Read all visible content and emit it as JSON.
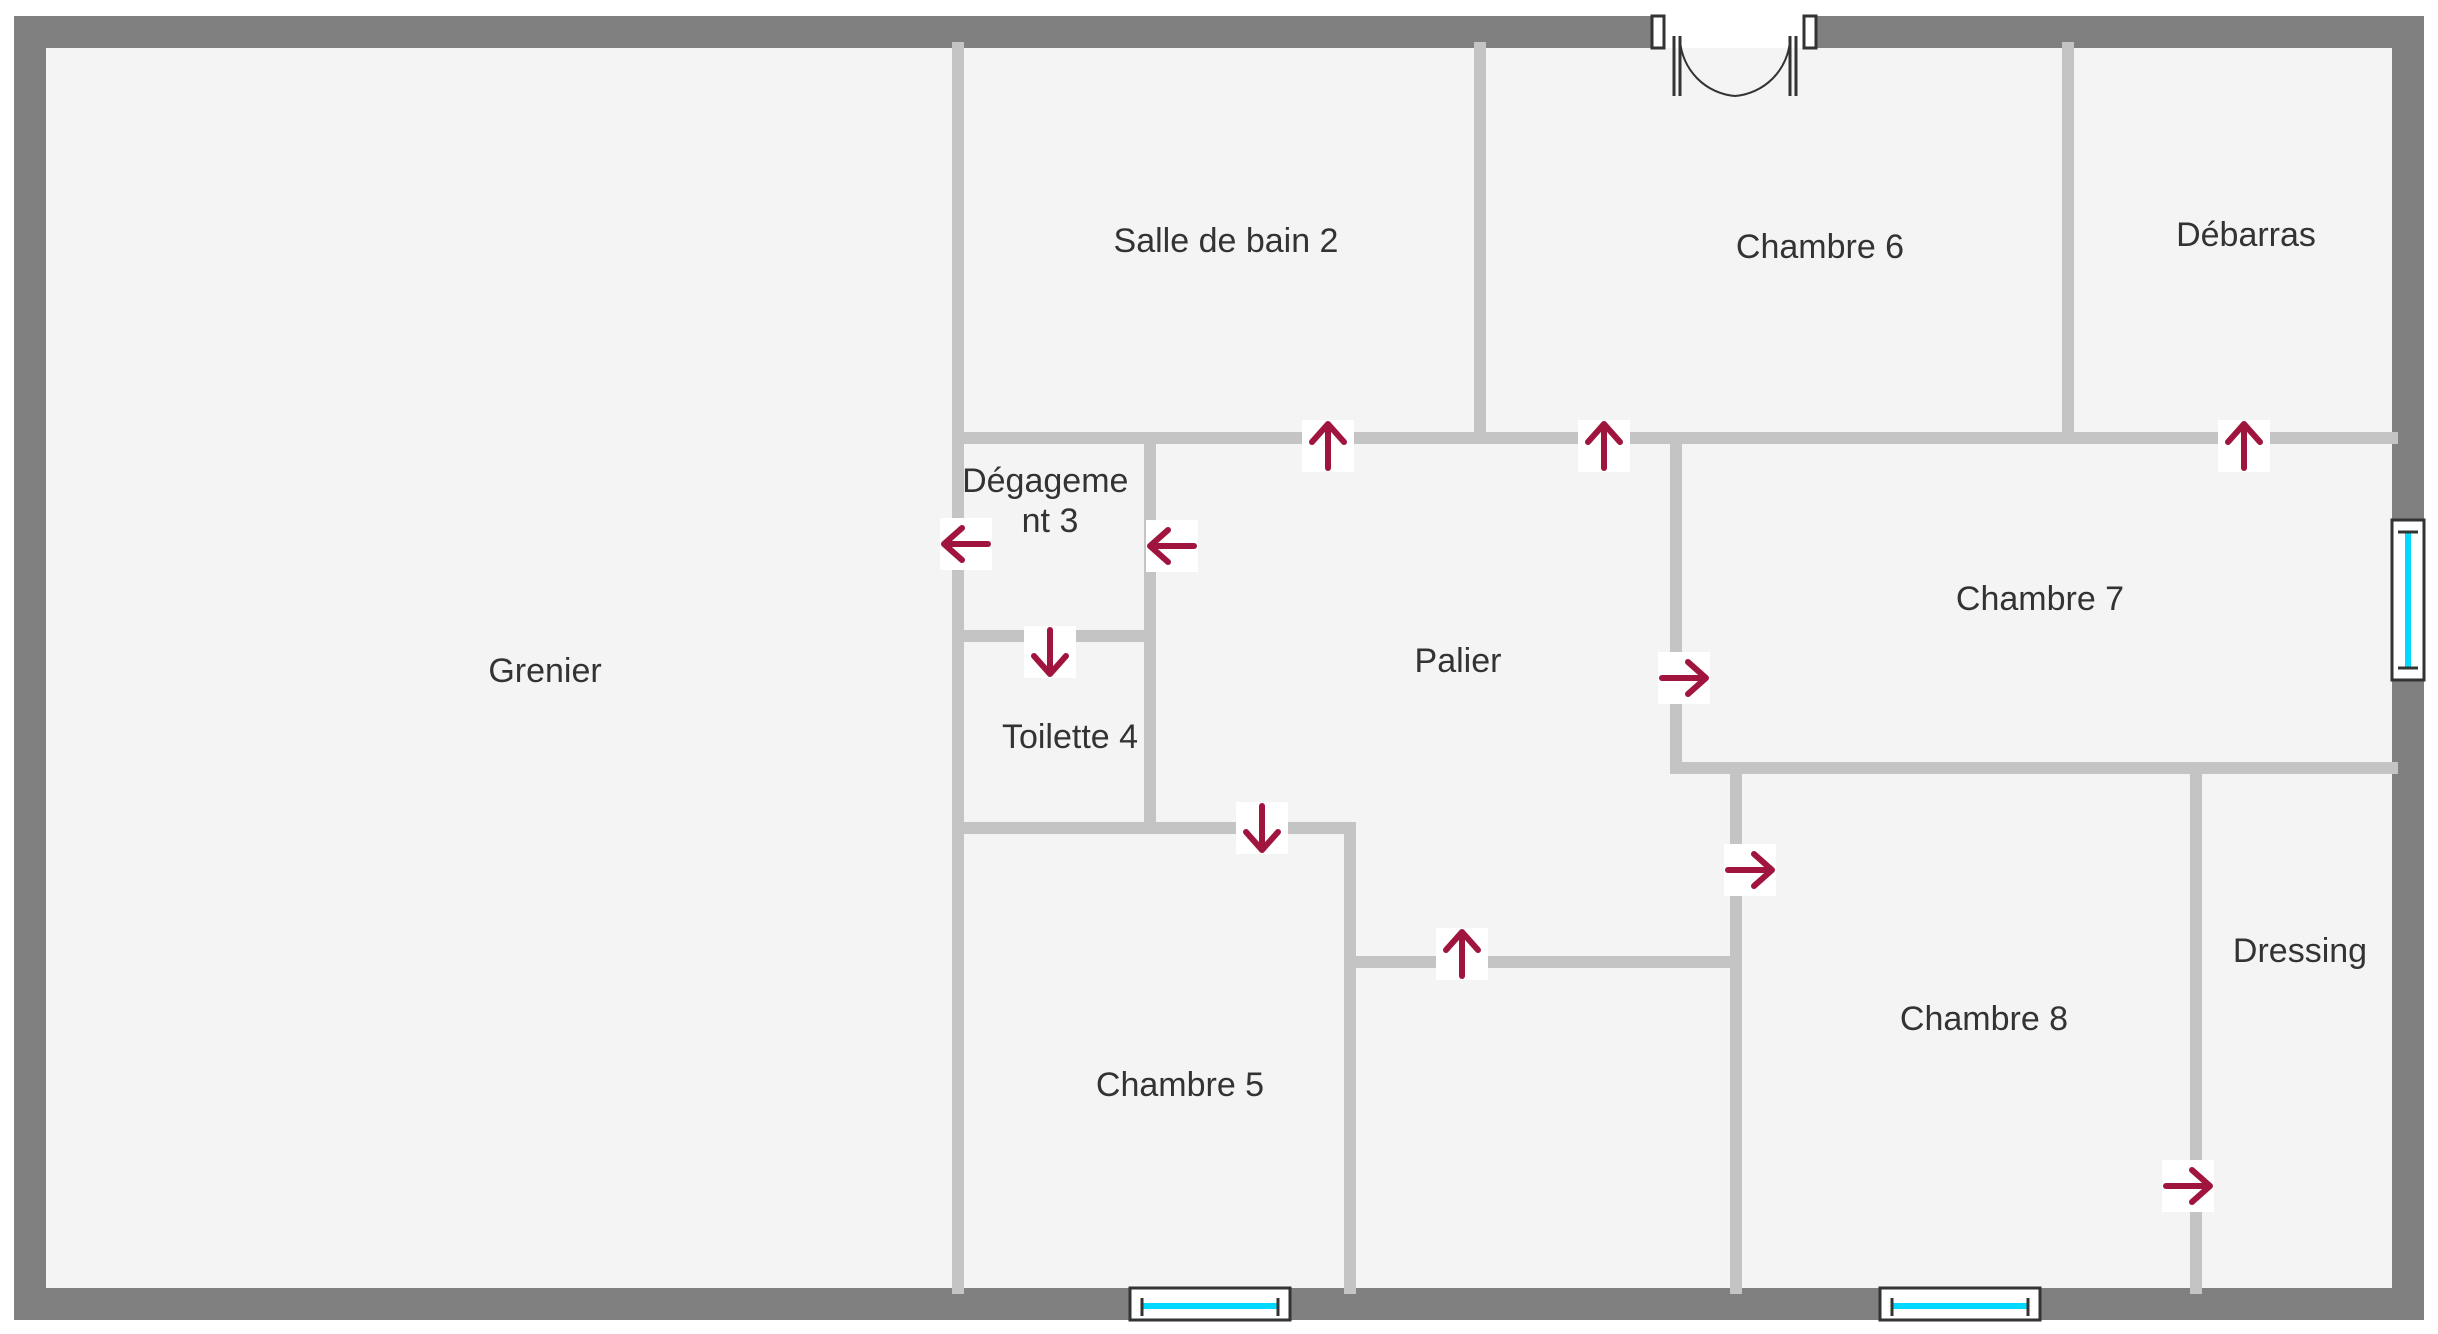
{
  "floor_plan": {
    "rooms": [
      {
        "id": "grenier",
        "lines": [
          "Grenier"
        ]
      },
      {
        "id": "salle-de-bain-2",
        "lines": [
          "Salle de bain 2"
        ]
      },
      {
        "id": "chambre-6",
        "lines": [
          "Chambre 6"
        ]
      },
      {
        "id": "debarras",
        "lines": [
          "Débarras"
        ]
      },
      {
        "id": "degagement-3",
        "lines": [
          "Dégageme",
          "nt 3"
        ]
      },
      {
        "id": "palier",
        "lines": [
          "Palier"
        ]
      },
      {
        "id": "chambre-7",
        "lines": [
          "Chambre 7"
        ]
      },
      {
        "id": "toilette-4",
        "lines": [
          "Toilette 4"
        ]
      },
      {
        "id": "chambre-5",
        "lines": [
          "Chambre 5"
        ]
      },
      {
        "id": "chambre-8",
        "lines": [
          "Chambre 8"
        ]
      },
      {
        "id": "dressing",
        "lines": [
          "Dressing"
        ]
      }
    ],
    "colors": {
      "outer_wall": "#808080",
      "inner_wall": "#c4c4c4",
      "floor": "#f4f4f4",
      "arrow": "#a0153e",
      "window_glass": "#00d8ff",
      "door_stroke": "#333333"
    },
    "icons": {
      "door_arrow": "arrow-icon",
      "window": "window-icon",
      "door": "double-door-icon"
    }
  }
}
